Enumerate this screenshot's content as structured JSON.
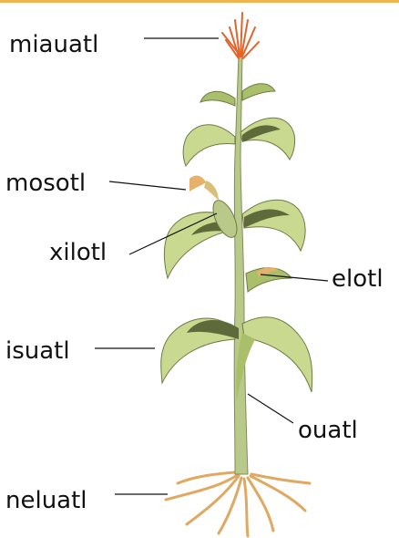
{
  "labels": {
    "miauatl": "miauatl",
    "mosotl": "mosotl",
    "xilotl": "xilotl",
    "elotl": "elotl",
    "isuatl": "isuatl",
    "ouatl": "ouatl",
    "neluatl": "neluatl"
  },
  "colors": {
    "leaf_light": "#c9d98f",
    "leaf_mid": "#a9bf6a",
    "leaf_dark": "#5f6a3a",
    "stalk": "#b9c98a",
    "tassel": "#e0642c",
    "root": "#e6b26b",
    "leader_line": "#111111",
    "top_rule": "#f2b44c"
  }
}
